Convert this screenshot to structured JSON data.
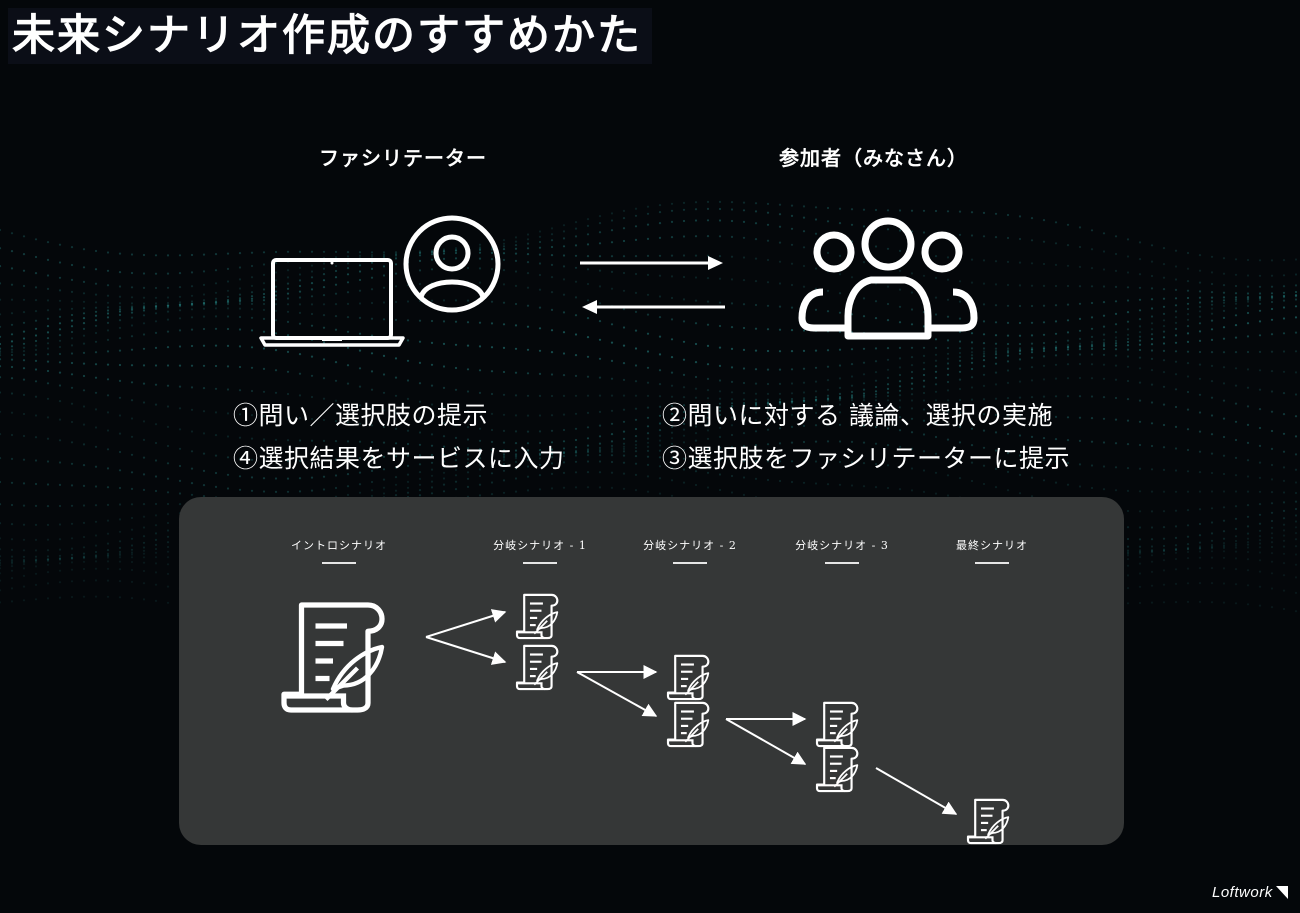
{
  "title": "未来シナリオ作成のすすめかた",
  "facilitator": {
    "label": "ファシリテーター",
    "steps": [
      "①問い／選択肢の提示",
      "④選択結果をサービスに入力"
    ]
  },
  "participants": {
    "label": "参加者（みなさん）",
    "steps": [
      "②問いに対する 議論、選択の実施",
      "③選択肢をファシリテーターに提示"
    ]
  },
  "flow": {
    "columns": [
      "イントロシナリオ",
      "分岐シナリオ - 1",
      "分岐シナリオ - 2",
      "分岐シナリオ - 3",
      "最終シナリオ"
    ]
  },
  "brand": "Loftwork",
  "colors": {
    "background": "#04070a",
    "panel": "#353737",
    "wave": "#1f6b6b",
    "foreground": "#ffffff"
  },
  "icons": [
    "laptop-icon",
    "user-circle-icon",
    "arrow-right-icon",
    "arrow-left-icon",
    "group-icon",
    "scroll-quill-icon",
    "flow-arrow-icon"
  ]
}
